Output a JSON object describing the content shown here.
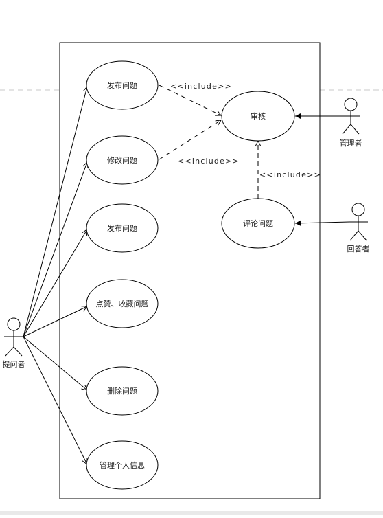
{
  "actors": {
    "asker": "提问者",
    "admin": "管理者",
    "answerer": "回答者"
  },
  "use_cases": {
    "publish_1": "发布问题",
    "modify": "修改问题",
    "publish_2": "发布问题",
    "like_collect": "点赞、收藏问题",
    "delete": "删除问题",
    "manage_info": "管理个人信息",
    "review": "审核",
    "comment": "评论问题"
  },
  "relations": {
    "include_1": "<<include>>",
    "include_2": "<<include>>",
    "include_3": "<<include>>"
  }
}
